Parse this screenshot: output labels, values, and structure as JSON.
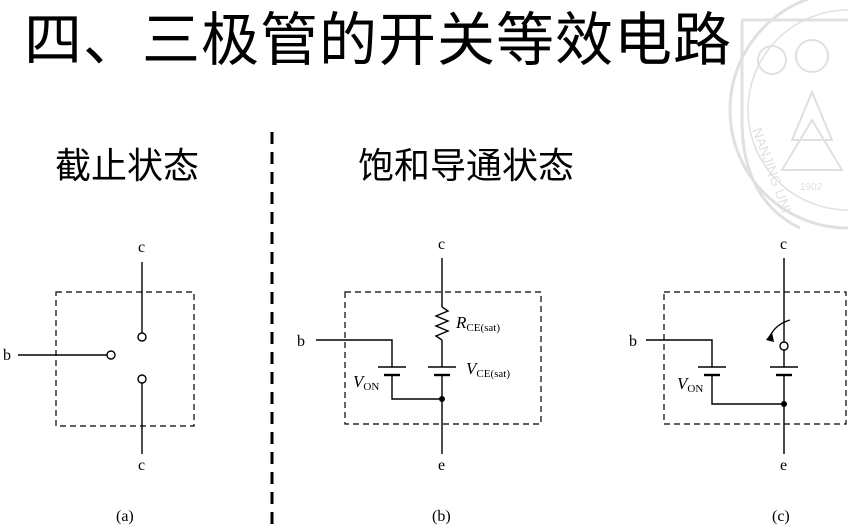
{
  "slide": {
    "title": "四、三极管的开关等效电路",
    "cutoff_label": "截止状态",
    "saturation_label": "饱和导通状态"
  },
  "watermark": {
    "text": "NANJING UNI",
    "year": "1902",
    "color": "#c8c8c8"
  },
  "circuits": {
    "a": {
      "caption": "(a)",
      "terminals": {
        "top": "c",
        "base": "b",
        "bottom": "c"
      }
    },
    "b": {
      "caption": "(b)",
      "terminals": {
        "top": "c",
        "base": "b",
        "bottom": "e"
      },
      "resistor_label": {
        "main": "R",
        "sub": "CE(sat)"
      },
      "battery_label": {
        "main": "V",
        "sub": "CE(sat)"
      },
      "von_label": {
        "main": "V",
        "sub": "ON"
      }
    },
    "c": {
      "caption": "(c)",
      "terminals": {
        "top": "c",
        "base": "b",
        "bottom": "e"
      },
      "von_label": {
        "main": "V",
        "sub": "ON"
      }
    }
  }
}
